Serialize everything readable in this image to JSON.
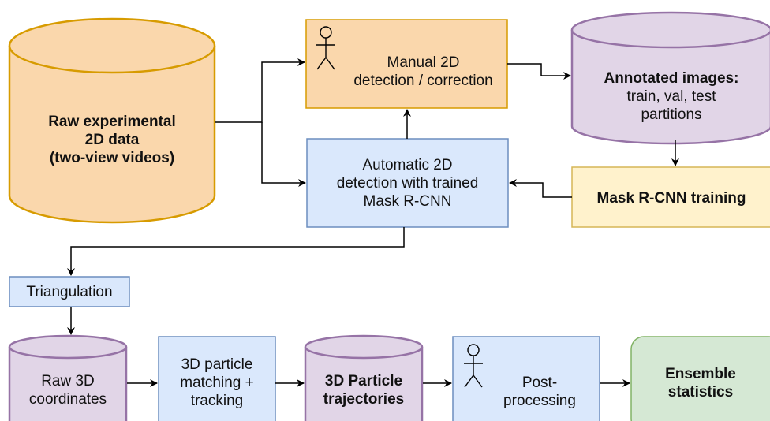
{
  "colors": {
    "orange_fill": "#fad7ac",
    "orange_stroke": "#d79b00",
    "blue_fill": "#dae8fc",
    "blue_stroke": "#6c8ebf",
    "purple_fill": "#e1d5e7",
    "purple_stroke": "#9673a6",
    "yellow_fill": "#fff2cc",
    "yellow_stroke": "#d6b656",
    "green_fill": "#d5e8d4",
    "green_stroke": "#82b366"
  },
  "nodes": {
    "raw_data": "Raw experimental\n2D data\n(two-view videos)",
    "manual": "Manual 2D\ndetection / correction",
    "annotated_title": "Annotated images:",
    "annotated_body": "train, val, test\npartitions",
    "automatic": "Automatic 2D\ndetection with trained\nMask R-CNN",
    "training": "Mask R-CNN training",
    "triangulation": "Triangulation",
    "raw3d": "Raw 3D\ncoordinates",
    "matching": "3D particle\nmatching +\ntracking",
    "trajectories": "3D Particle\ntrajectories",
    "postprocessing": "Post-\nprocessing",
    "ensemble": "Ensemble\nstatistics"
  },
  "icons": [
    "actor-icon",
    "actor-icon"
  ]
}
